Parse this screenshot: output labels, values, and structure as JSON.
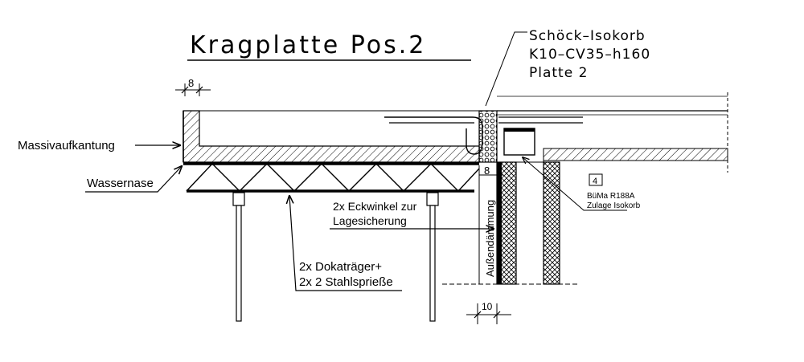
{
  "title": "Kragplatte Pos.2",
  "product_callout": {
    "line1": "Schöck–Isokorb",
    "line2": "K10–CV35–h160",
    "line3": "Platte 2"
  },
  "labels": {
    "massivaufkantung": "Massivaufkantung",
    "wassernase": "Wassernase",
    "eckwinkel_1": "2x Eckwinkel zur",
    "eckwinkel_2": "Lagesicherung",
    "dokatraeger_1": "2x Dokaträger+",
    "dokatraeger_2": "2x 2 Stahlsprieße",
    "aussendaemmung": "Außendämmung",
    "bueMa_num": "4",
    "bueMa_1": "BüMa R188A",
    "bueMa_2": "Zulage Isokorb"
  },
  "dimensions": {
    "upstand": "8",
    "insulation": "8",
    "wall": "10"
  },
  "colors": {
    "line": "#000000",
    "background": "#ffffff"
  }
}
